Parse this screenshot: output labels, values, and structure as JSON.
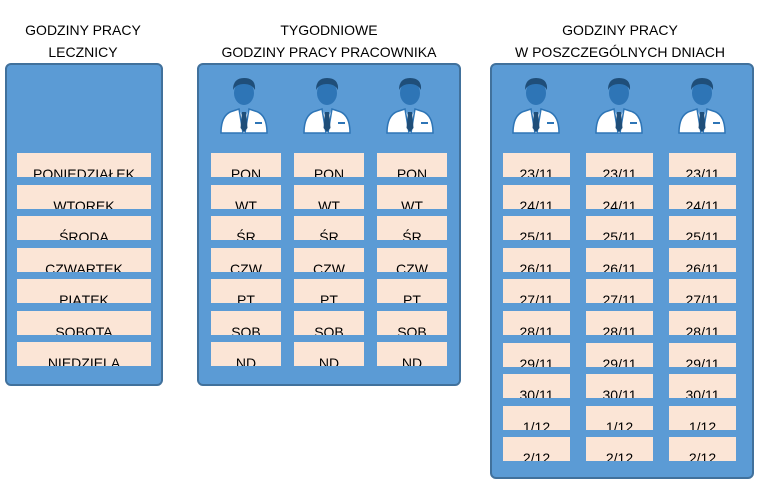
{
  "colors": {
    "panel_fill": "#5b9bd5",
    "panel_border": "#41719c",
    "cell_fill": "#fbe5d6",
    "avatar_head": "#2e75b6",
    "avatar_shirt": "#ffffff",
    "avatar_tie": "#1f4e79"
  },
  "clinic": {
    "title_line1": "GODZINY PRACY",
    "title_line2": "LECZNICY",
    "days": [
      "PONIEDZIAŁEK",
      "WTOREK",
      "ŚRODA",
      "CZWARTEK",
      "PIĄTEK",
      "SOBOTA",
      "NIEDZIELA"
    ]
  },
  "weekly": {
    "title_line1": "TYGODNIOWE",
    "title_line2": "GODZINY PRACY PRACOWNIKA",
    "employee_icon": "employee-icon",
    "columns": [
      [
        "PON",
        "WT",
        "ŚR",
        "CZW",
        "PT",
        "SOB",
        "ND"
      ],
      [
        "PON",
        "WT",
        "ŚR",
        "CZW",
        "PT",
        "SOB",
        "ND"
      ],
      [
        "PON",
        "WT",
        "ŚR",
        "CZW",
        "PT",
        "SOB",
        "ND"
      ]
    ]
  },
  "daily": {
    "title_line1": "GODZINY PRACY",
    "title_line2": "W POSZCZEGÓLNYCH DNIACH",
    "employee_icon": "employee-icon",
    "columns": [
      [
        "23/11",
        "24/11",
        "25/11",
        "26/11",
        "27/11",
        "28/11",
        "29/11",
        "30/11",
        "1/12",
        "2/12"
      ],
      [
        "23/11",
        "24/11",
        "25/11",
        "26/11",
        "27/11",
        "28/11",
        "29/11",
        "30/11",
        "1/12",
        "2/12"
      ],
      [
        "23/11",
        "24/11",
        "25/11",
        "26/11",
        "27/11",
        "28/11",
        "29/11",
        "30/11",
        "1/12",
        "2/12"
      ]
    ]
  }
}
